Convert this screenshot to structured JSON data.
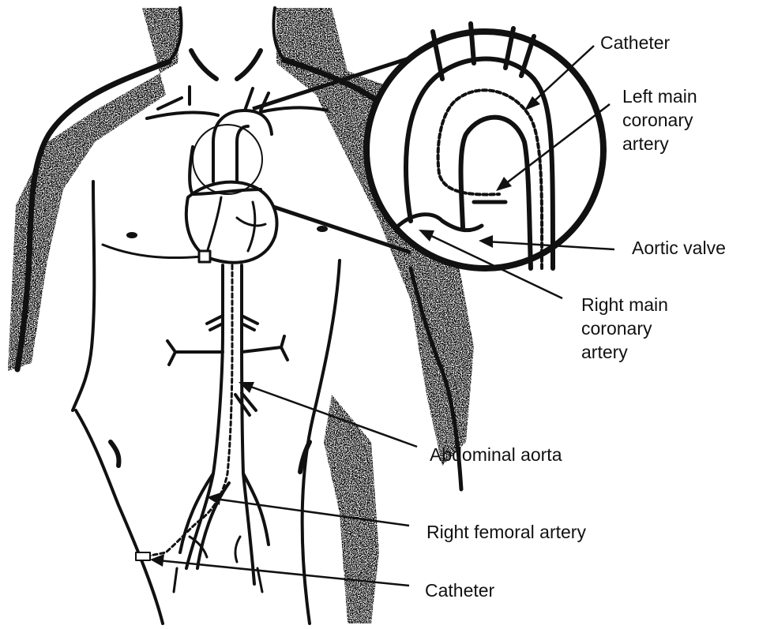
{
  "colors": {
    "ink": "#111111",
    "paper": "#ffffff",
    "stipple": "#8a8a8a"
  },
  "labels": {
    "catheter_top": "Catheter",
    "left_main_coronary_artery": [
      "Left main",
      "coronary",
      "artery"
    ],
    "aortic_valve": "Aortic valve",
    "right_main_coronary_artery": [
      "Right main",
      "coronary",
      "artery"
    ],
    "abdominal_aorta": "Abdominal aorta",
    "right_femoral_artery": "Right femoral artery",
    "catheter_bottom": "Catheter"
  }
}
